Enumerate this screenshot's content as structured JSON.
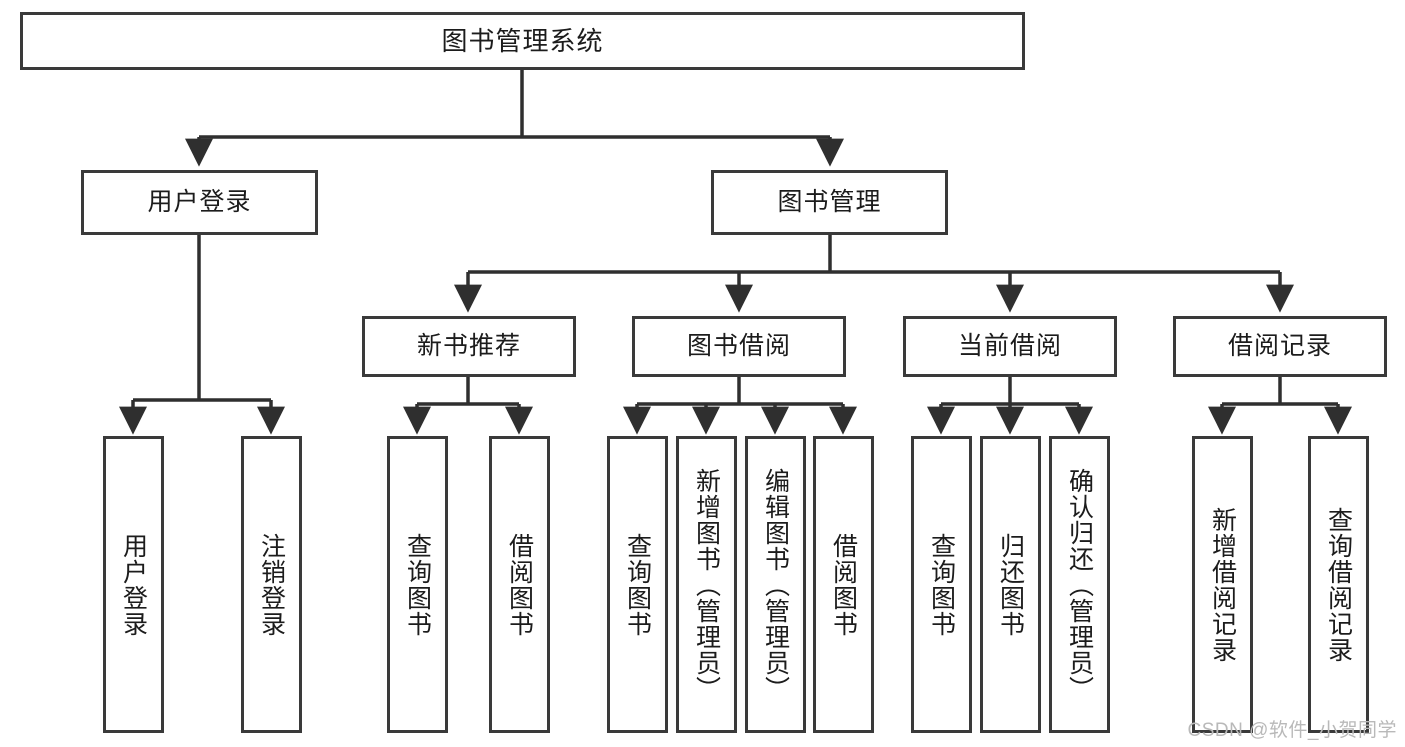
{
  "diagram": {
    "title": "图书管理系统",
    "watermark": "CSDN @软件_小贺同学",
    "type": "tree-hierarchy",
    "colors": {
      "box_border": "#3a3a3a",
      "box_fill": "#ffffff",
      "line": "#2f2f2f",
      "text": "#1c1c1c",
      "watermark": "#b9b9b9",
      "background": "#ffffff"
    },
    "levels": [
      {
        "level": 1,
        "nodes": [
          {
            "id": "root",
            "label": "图书管理系统",
            "orientation": "horizontal"
          }
        ]
      },
      {
        "level": 2,
        "nodes": [
          {
            "id": "login",
            "label": "用户登录",
            "orientation": "horizontal",
            "parent": "root"
          },
          {
            "id": "bookmgmt",
            "label": "图书管理",
            "orientation": "horizontal",
            "parent": "root"
          }
        ]
      },
      {
        "level": 3,
        "nodes": [
          {
            "id": "recommend",
            "label": "新书推荐",
            "orientation": "horizontal",
            "parent": "bookmgmt"
          },
          {
            "id": "borrow",
            "label": "图书借阅",
            "orientation": "horizontal",
            "parent": "bookmgmt"
          },
          {
            "id": "current",
            "label": "当前借阅",
            "orientation": "horizontal",
            "parent": "bookmgmt"
          },
          {
            "id": "records",
            "label": "借阅记录",
            "orientation": "horizontal",
            "parent": "bookmgmt"
          }
        ]
      },
      {
        "level": 4,
        "nodes": [
          {
            "id": "leaf1",
            "label": "用户登录",
            "orientation": "vertical",
            "parent": "login"
          },
          {
            "id": "leaf2",
            "label": "注销登录",
            "orientation": "vertical",
            "parent": "login"
          },
          {
            "id": "leaf3",
            "label": "查询图书",
            "orientation": "vertical",
            "parent": "recommend"
          },
          {
            "id": "leaf4",
            "label": "借阅图书",
            "orientation": "vertical",
            "parent": "recommend"
          },
          {
            "id": "leaf5",
            "label": "查询图书",
            "orientation": "vertical",
            "parent": "borrow"
          },
          {
            "id": "leaf6",
            "label": "新增图书（管理员）",
            "orientation": "vertical",
            "parent": "borrow"
          },
          {
            "id": "leaf7",
            "label": "编辑图书（管理员）",
            "orientation": "vertical",
            "parent": "borrow"
          },
          {
            "id": "leaf8",
            "label": "借阅图书",
            "orientation": "vertical",
            "parent": "borrow"
          },
          {
            "id": "leaf9",
            "label": "查询图书",
            "orientation": "vertical",
            "parent": "current"
          },
          {
            "id": "leaf10",
            "label": "归还图书",
            "orientation": "vertical",
            "parent": "current"
          },
          {
            "id": "leaf11",
            "label": "确认归还（管理员）",
            "orientation": "vertical",
            "parent": "current"
          },
          {
            "id": "leaf12",
            "label": "新增借阅记录",
            "orientation": "vertical",
            "parent": "records"
          },
          {
            "id": "leaf13",
            "label": "查询借阅记录",
            "orientation": "vertical",
            "parent": "records"
          }
        ]
      }
    ]
  }
}
